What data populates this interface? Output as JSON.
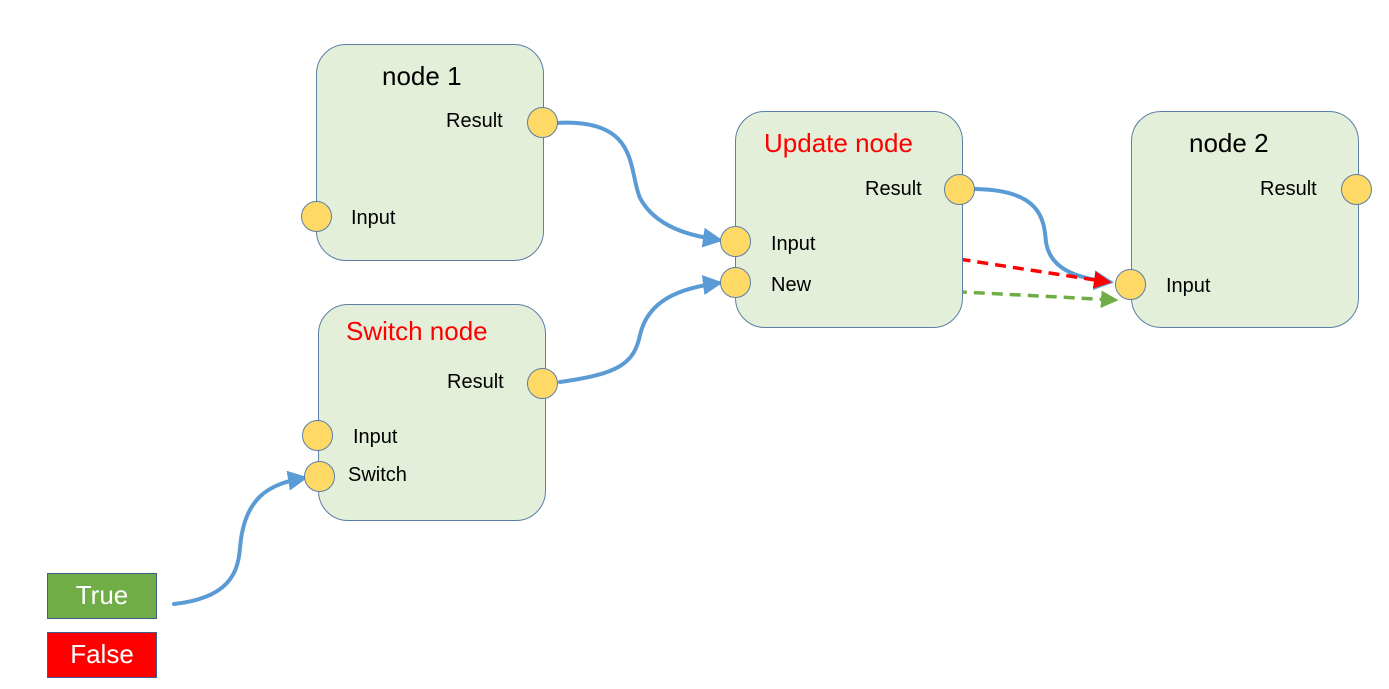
{
  "nodes": {
    "node1": {
      "title": "node 1",
      "ports": {
        "result": "Result",
        "input": "Input"
      }
    },
    "switch_node": {
      "title": "Switch node",
      "ports": {
        "result": "Result",
        "input": "Input",
        "switch": "Switch"
      }
    },
    "update_node": {
      "title": "Update node",
      "ports": {
        "result": "Result",
        "input": "Input",
        "new": "New"
      }
    },
    "node2": {
      "title": "node 2",
      "ports": {
        "result": "Result",
        "input": "Input"
      }
    }
  },
  "booleans": {
    "true_label": "True",
    "false_label": "False"
  },
  "colors": {
    "node_fill": "#e3efd9",
    "node_border": "#5b7fa6",
    "port_fill": "#ffd966",
    "wire_blue": "#5b9bd5",
    "wire_red_dashed": "#ff0000",
    "wire_green_dashed": "#70ad47",
    "title_highlight": "#ff0000",
    "true_fill": "#70ad47",
    "false_fill": "#ff0000"
  },
  "connections": [
    {
      "from": "node1.result",
      "to": "update_node.input",
      "style": "solid-blue"
    },
    {
      "from": "switch_node.result",
      "to": "update_node.new",
      "style": "solid-blue"
    },
    {
      "from": "true",
      "to": "switch_node.switch",
      "style": "solid-blue"
    },
    {
      "from": "update_node.result",
      "to": "node2.input",
      "style": "solid-blue"
    },
    {
      "from": "update_node.input",
      "to": "node2.input",
      "style": "dashed-red"
    },
    {
      "from": "update_node.new",
      "to": "node2.input",
      "style": "dashed-green"
    }
  ]
}
